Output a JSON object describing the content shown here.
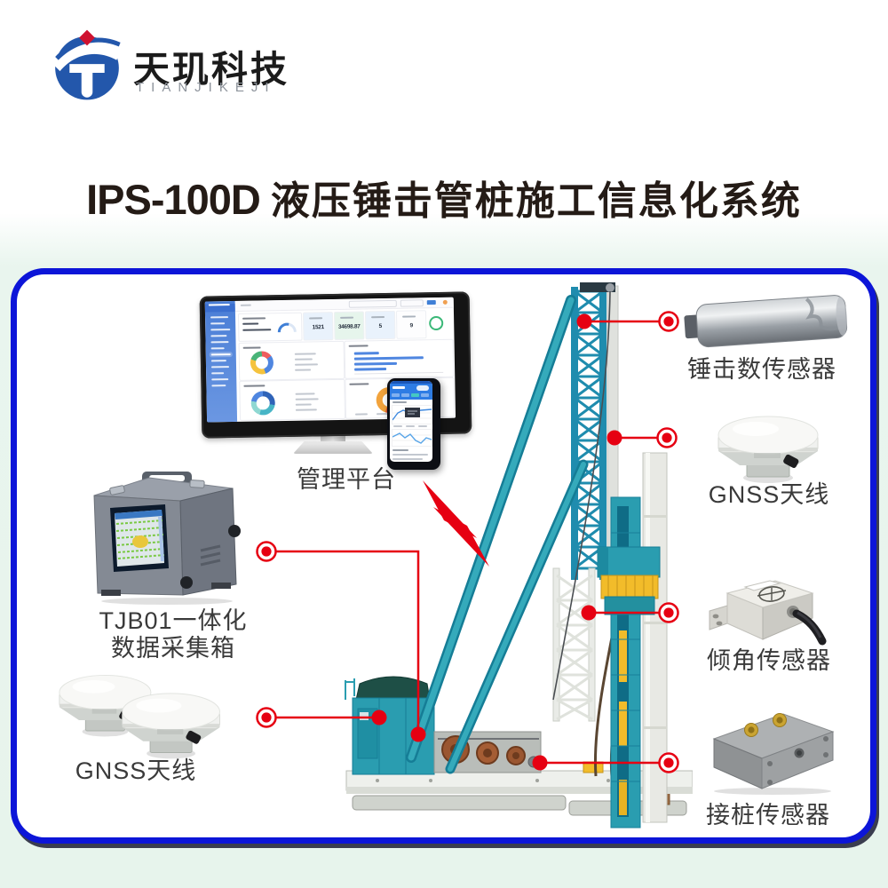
{
  "brand": {
    "name_cn": "天玑科技",
    "name_en": "TIANJIKEJI"
  },
  "title": {
    "model": "IPS-100D",
    "text": "液压锤击管桩施工信息化系统"
  },
  "labels": {
    "platform": "管理平台",
    "collector_line1": "TJB01一体化",
    "collector_line2": "数据采集箱",
    "gnss_left": "GNSS天线",
    "hammer_sensor": "锤击数传感器",
    "gnss_right": "GNSS天线",
    "tilt_sensor": "倾角传感器",
    "pile_sensor": "接桩传感器"
  },
  "dashboard": {
    "stats": [
      {
        "value": "1521"
      },
      {
        "value": "34698.87"
      },
      {
        "value": "5"
      },
      {
        "value": "9"
      }
    ]
  },
  "colors": {
    "accent_red": "#e60012",
    "frame_blue": "#0c15d8",
    "machine_teal": "#2a9db0",
    "bg_mint": "#e9f5ee",
    "logo_blue": "#2357ab"
  }
}
